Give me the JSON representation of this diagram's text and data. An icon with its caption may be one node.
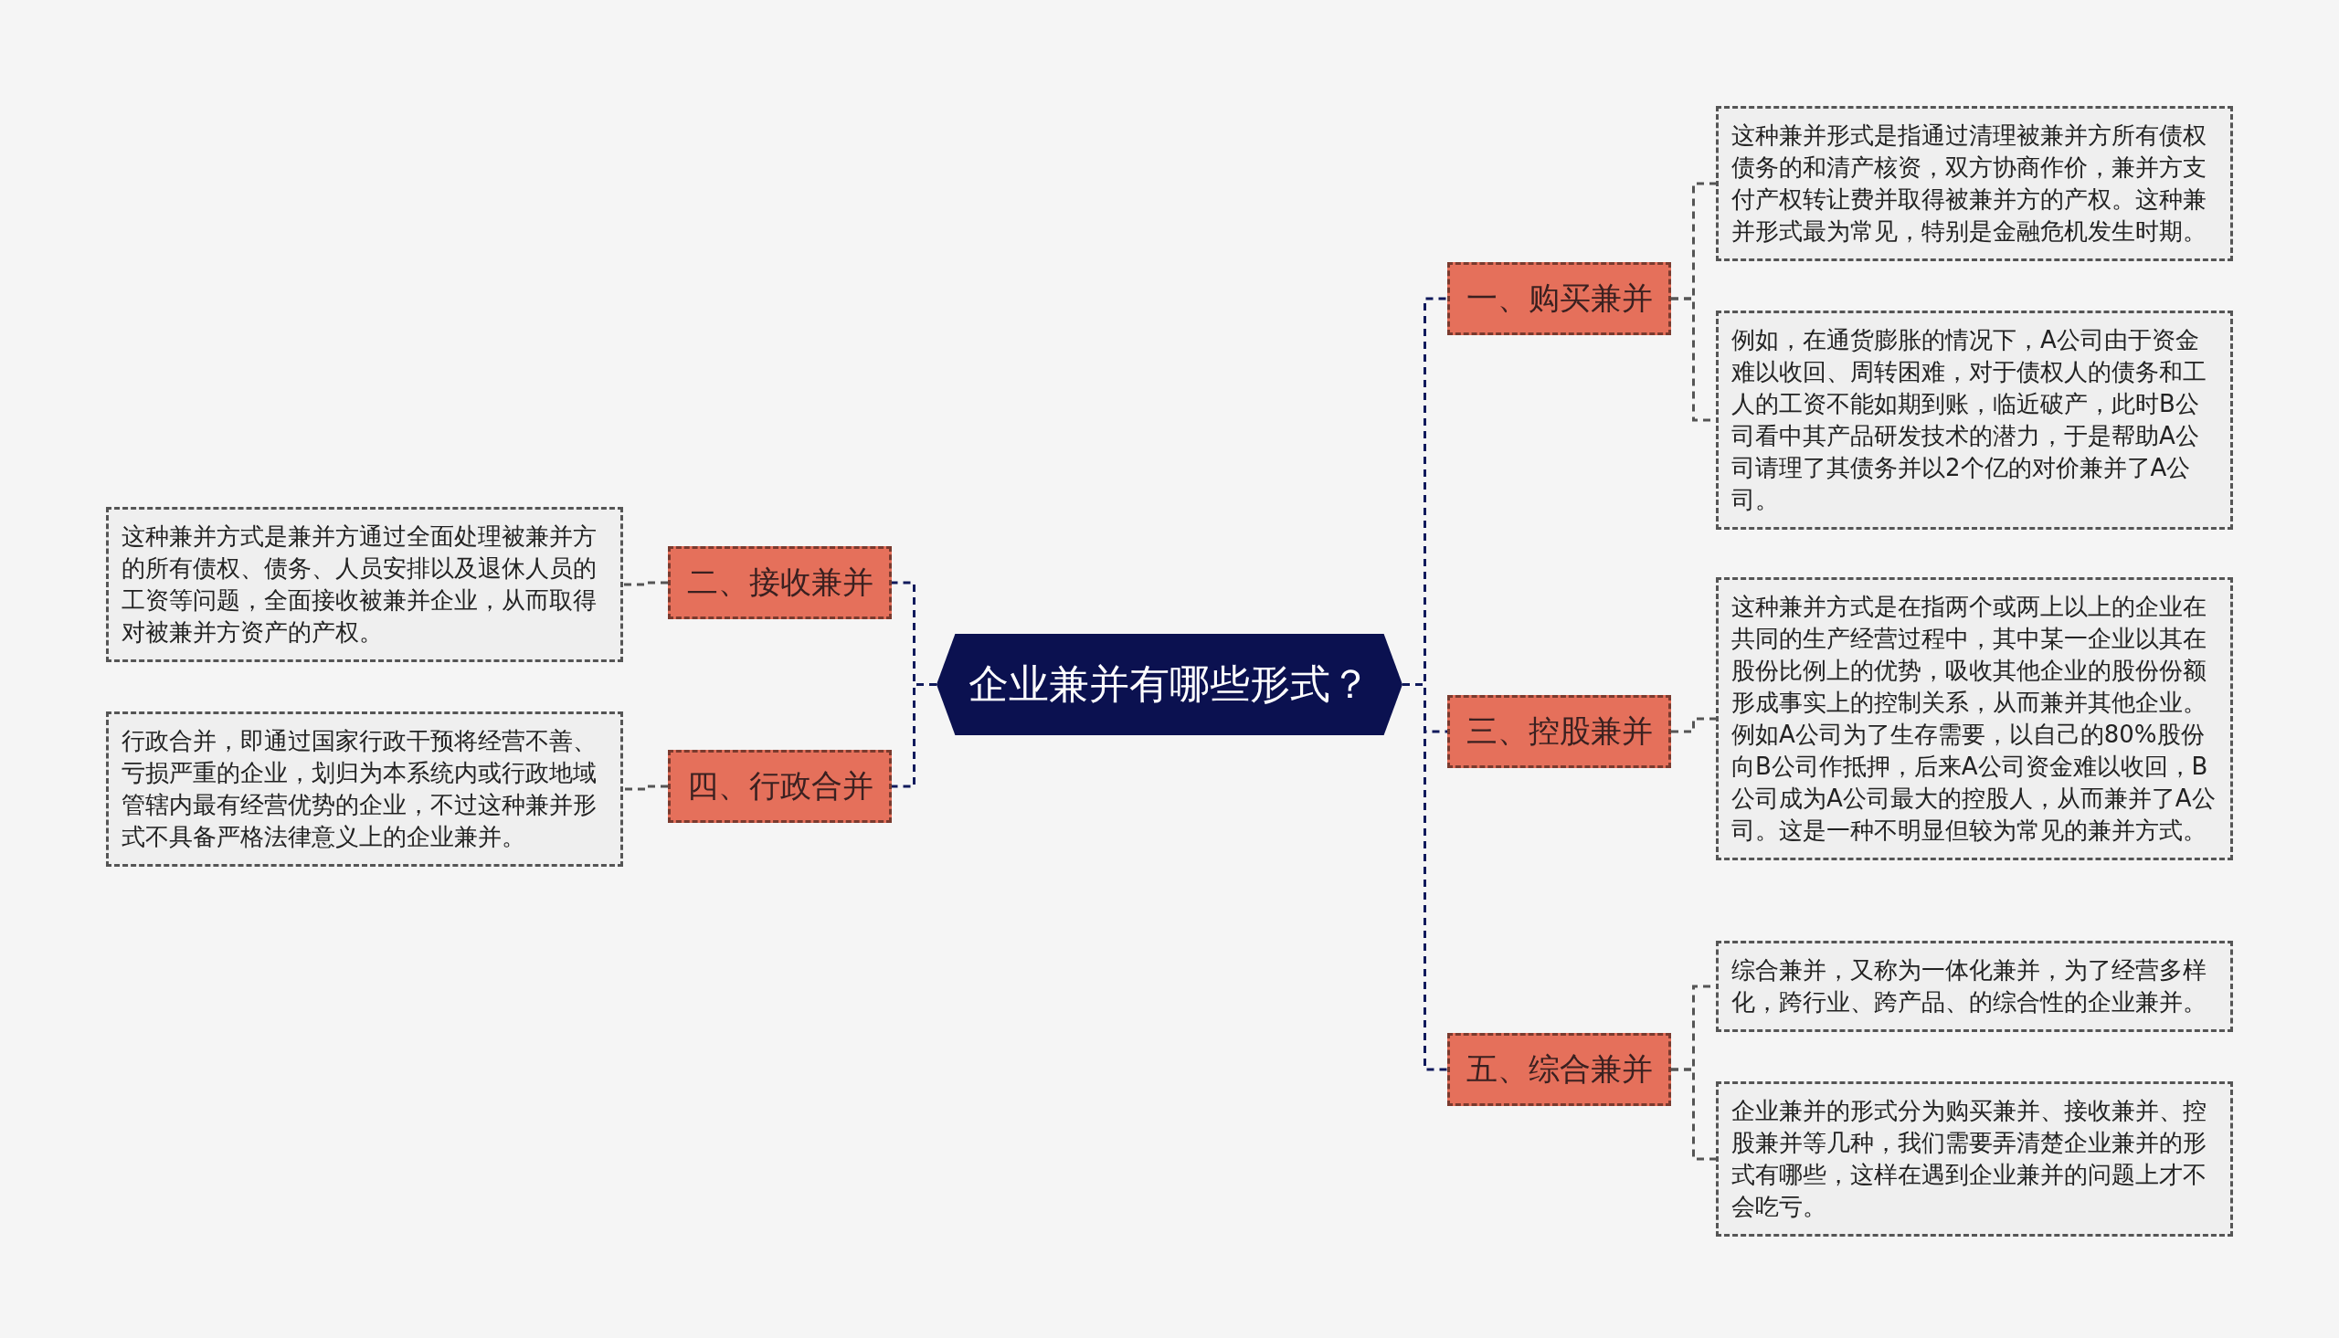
{
  "diagram": {
    "nodes": [
      {
        "text": [
          "企业兼并有哪些形式？"
        ]
      },
      {
        "text": [
          "一、购买兼并"
        ]
      },
      {
        "text": [
          "这种兼并形式是指通过清理被兼并方所有债权债务的和清产核资，双方协商作价，兼并方支付产权转让费并取得被兼并方的产权。这种兼并形式最为常见，特别是金融危机发生时期。"
        ]
      },
      {
        "text": [
          "例如，在通货膨胀的情况下，A公司由于资金难以收回、周转困难，对于债权人的债务和工人的工资不能如期到账，临近破产，此时B公司看中其产品研发技术的潜力，于是帮助A公司请理了其债务并以2个亿的对价兼并了A公司。"
        ]
      },
      {
        "text": [
          "二、接收兼并"
        ]
      },
      {
        "text": [
          "这种兼并方式是兼并方通过全面处理被兼并方的所有债权、债务、人员安排以及退休人员的工资等问题，全面接收被兼并企业，从而取得对被兼并方资产的产权。"
        ]
      },
      {
        "text": [
          "三、控股兼并"
        ]
      },
      {
        "text": [
          "这种兼并方式是在指两个或两上以上的企业在共同的生产经营过程中，其中某一企业以其在股份比例上的优势，吸收其他企业的股份份额形成事实上的控制关系，从而兼并其他企业。例如A公司为了生存需要，以自己的80%股份向B公司作抵押，后来A公司资金难以收回，B公司成为A公司最大的控股人，从而兼并了A公司。这是一种不明显但较为常见的兼并方式。"
        ]
      },
      {
        "text": [
          "四、行政合并"
        ]
      },
      {
        "text": [
          "行政合并，即通过国家行政干预将经营不善、亏损严重的企业，划归为本系统内或行政地域管辖内最有经营优势的企业，不过这种兼并形式不具备严格法律意义上的企业兼并。"
        ]
      },
      {
        "text": [
          "五、综合兼并"
        ]
      },
      {
        "text": [
          "综合兼并，又称为一体化兼并，为了经营多样化，跨行业、跨产品、的综合性的企业兼并。"
        ]
      },
      {
        "text": [
          "企业兼并的形式分为购买兼并、接收兼并、控股兼并等几种，我们需要弄清楚企业兼并的形式有哪些，这样在遇到企业兼并的问题上才不会吃亏。"
        ]
      }
    ],
    "edges": [
      {
        "from": 0,
        "to": 1,
        "arrow": "none",
        "style": "dashed",
        "color": "#101a5c"
      },
      {
        "from": 1,
        "to": 2,
        "arrow": "none",
        "style": "dashed",
        "color": "#555555"
      },
      {
        "from": 1,
        "to": 3,
        "arrow": "none",
        "style": "dashed",
        "color": "#555555"
      },
      {
        "from": 0,
        "to": 4,
        "arrow": "none",
        "style": "dashed",
        "color": "#101a5c"
      },
      {
        "from": 4,
        "to": 5,
        "arrow": "none",
        "style": "dashed",
        "color": "#555555"
      },
      {
        "from": 0,
        "to": 6,
        "arrow": "none",
        "style": "dashed",
        "color": "#101a5c"
      },
      {
        "from": 6,
        "to": 7,
        "arrow": "none",
        "style": "dashed",
        "color": "#555555"
      },
      {
        "from": 0,
        "to": 8,
        "arrow": "none",
        "style": "dashed",
        "color": "#101a5c"
      },
      {
        "from": 8,
        "to": 9,
        "arrow": "none",
        "style": "dashed",
        "color": "#555555"
      },
      {
        "from": 0,
        "to": 10,
        "arrow": "none",
        "style": "dashed",
        "color": "#101a5c"
      },
      {
        "from": 10,
        "to": 11,
        "arrow": "none",
        "style": "dashed",
        "color": "#555555"
      },
      {
        "from": 10,
        "to": 12,
        "arrow": "none",
        "style": "dashed",
        "color": "#555555"
      }
    ]
  }
}
